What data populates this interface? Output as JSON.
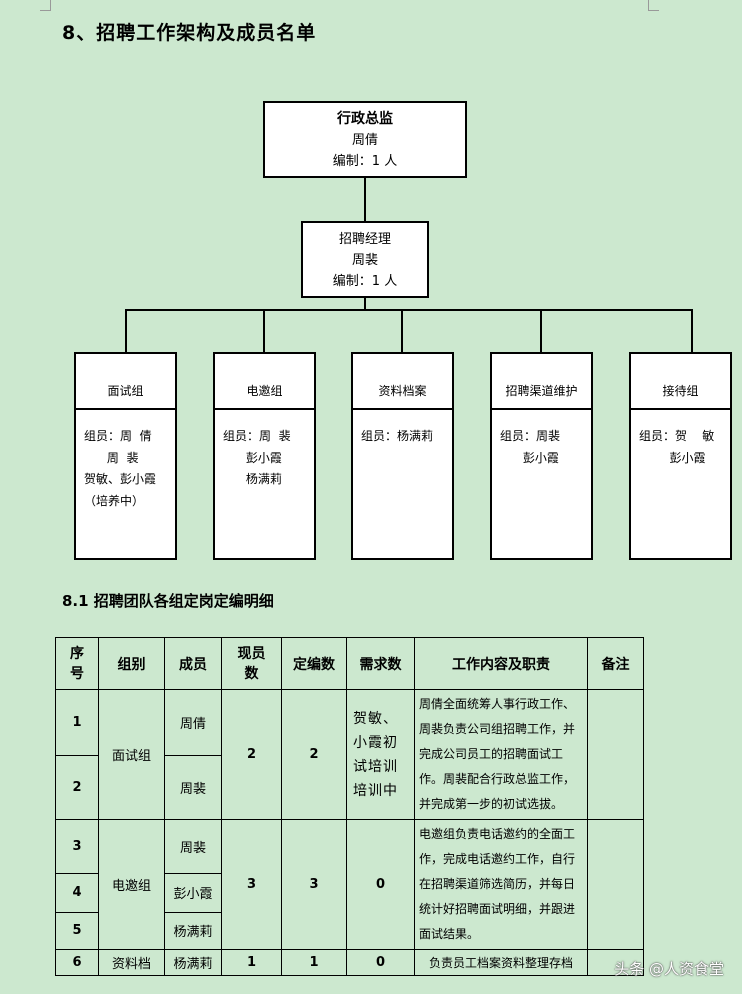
{
  "heading": "8、招聘工作架构及成员名单",
  "org": {
    "top": {
      "title": "行政总监",
      "name": "周倩",
      "count": "编制：1 人"
    },
    "manager": {
      "title": "招聘经理",
      "name": "周裴",
      "count": "编制：1 人"
    },
    "groups": [
      {
        "title": "面试组",
        "members": "组员：周  倩\n      周  裴\n贺敏、彭小霞\n（培养中）"
      },
      {
        "title": "电邀组",
        "members": "组员：周  裴\n      彭小霞\n      杨满莉"
      },
      {
        "title": "资料档案",
        "members": "组员：杨满莉"
      },
      {
        "title": "招聘渠道维护",
        "members": "组员：周裴\n      彭小霞"
      },
      {
        "title": "接待组",
        "members": "组员：贺    敏\n        彭小霞"
      }
    ]
  },
  "section": "8.1 招聘团队各组定岗定编明细",
  "table": {
    "headers": {
      "seq": "序\n号",
      "group": "组别",
      "member": "成员",
      "current": "现员\n数",
      "quota": "定编数",
      "need": "需求数",
      "duty": "工作内容及职责",
      "remark": "备注"
    },
    "rows": [
      {
        "seq": "1",
        "member": "周倩"
      },
      {
        "seq": "2",
        "member": "周裴"
      },
      {
        "seq": "3",
        "member": "周裴"
      },
      {
        "seq": "4",
        "member": "彭小霞"
      },
      {
        "seq": "5",
        "member": "杨满莉"
      },
      {
        "seq": "6",
        "member": "杨满莉"
      }
    ],
    "g1": {
      "group": "面试组",
      "current": "2",
      "quota": "2",
      "need": "贺敏、小霞初试培训培训中",
      "duty": "周倩全面统筹人事行政工作、周裴负责公司组招聘工作，并完成公司员工的招聘面试工作。周裴配合行政总监工作，并完成第一步的初试选拔。"
    },
    "g2": {
      "group": "电邀组",
      "current": "3",
      "quota": "3",
      "need": "0",
      "duty": "电邀组负责电话邀约的全面工作，完成电话邀约工作，自行在招聘渠道筛选简历，并每日统计好招聘面试明细，并跟进面试结果。"
    },
    "g3": {
      "group": "资料档",
      "current": "1",
      "quota": "1",
      "need": "0",
      "duty": "负责员工档案资料整理存档"
    }
  },
  "watermark": "头条 @人资食堂"
}
